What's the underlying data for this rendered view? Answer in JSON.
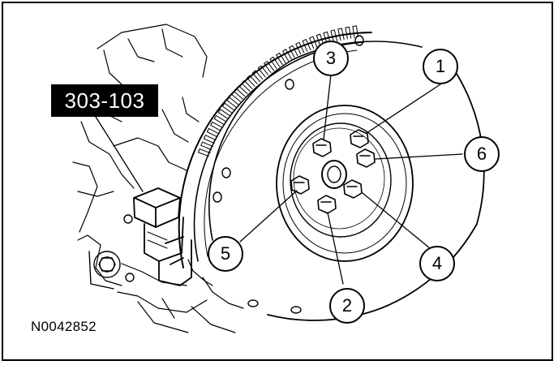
{
  "tool_number": "303-103",
  "figure_id": "N0042852",
  "callouts": [
    "1",
    "2",
    "3",
    "4",
    "5",
    "6"
  ]
}
